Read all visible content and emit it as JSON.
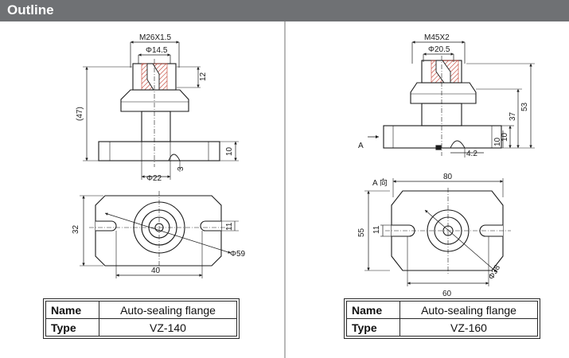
{
  "header": {
    "title": "Outline"
  },
  "left": {
    "dims": {
      "thread": "M26X1.5",
      "bore": "Φ14.5",
      "thread_depth": "12",
      "height": "(47)",
      "flange_thk": "10",
      "stem_dia": "Φ22",
      "slot": "3",
      "width": "32",
      "hole": "11",
      "pcd": "Φ59",
      "length": "40"
    },
    "table": {
      "name_label": "Name",
      "name_value": "Auto-sealing flange",
      "type_label": "Type",
      "type_value": "VZ-140"
    }
  },
  "right": {
    "dims": {
      "thread": "M45X2",
      "bore": "Φ20.5",
      "h53": "53",
      "h37": "37",
      "flange_thk": "10",
      "h10": "10",
      "slot": "4.2",
      "view_a": "A",
      "view_a_dir": "A 向",
      "width": "80",
      "height": "55",
      "hole": "11",
      "pcd": "Φ38",
      "length": "60"
    },
    "table": {
      "name_label": "Name",
      "name_value": "Auto-sealing flange",
      "type_label": "Type",
      "type_value": "VZ-160"
    }
  },
  "colors": {
    "header_bg": "#6f7174",
    "hatch": "#c0392b",
    "line": "#1a1a1a"
  }
}
